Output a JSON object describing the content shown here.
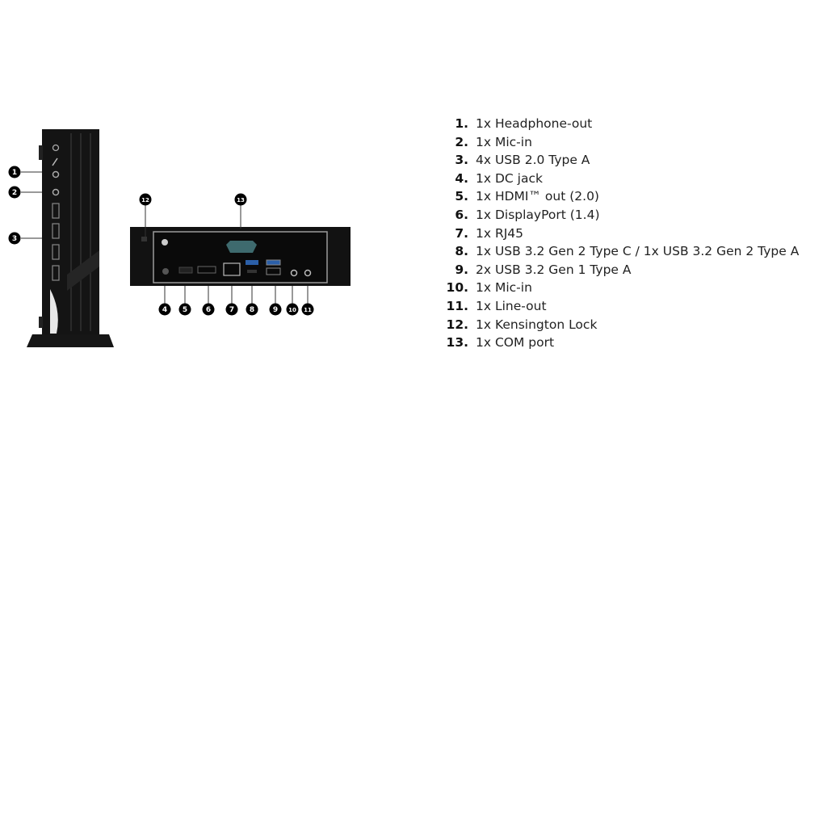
{
  "diagram": {
    "front_callouts": [
      "1",
      "2",
      "3"
    ],
    "rear_top_callouts": [
      "12",
      "13"
    ],
    "rear_bottom_callouts": [
      "4",
      "5",
      "6",
      "7",
      "8",
      "9",
      "10",
      "11"
    ]
  },
  "ports": [
    {
      "num": "1.",
      "desc": "1x Headphone-out"
    },
    {
      "num": "2.",
      "desc": "1x Mic-in"
    },
    {
      "num": "3.",
      "desc": "4x USB 2.0 Type A"
    },
    {
      "num": "4.",
      "desc": "1x DC jack"
    },
    {
      "num": "5.",
      "desc": "1x HDMI™ out (2.0)"
    },
    {
      "num": "6.",
      "desc": "1x DisplayPort (1.4)"
    },
    {
      "num": "7.",
      "desc": "1x RJ45"
    },
    {
      "num": "8.",
      "desc": "1x USB 3.2 Gen 2 Type C / 1x USB 3.2 Gen 2 Type A"
    },
    {
      "num": "9.",
      "desc": "2x USB 3.2 Gen 1 Type A"
    },
    {
      "num": "10.",
      "desc": "1x Mic-in"
    },
    {
      "num": "11.",
      "desc": "1x Line-out"
    },
    {
      "num": "12.",
      "desc": "1x Kensington Lock"
    },
    {
      "num": "13.",
      "desc": "1x COM port"
    }
  ]
}
